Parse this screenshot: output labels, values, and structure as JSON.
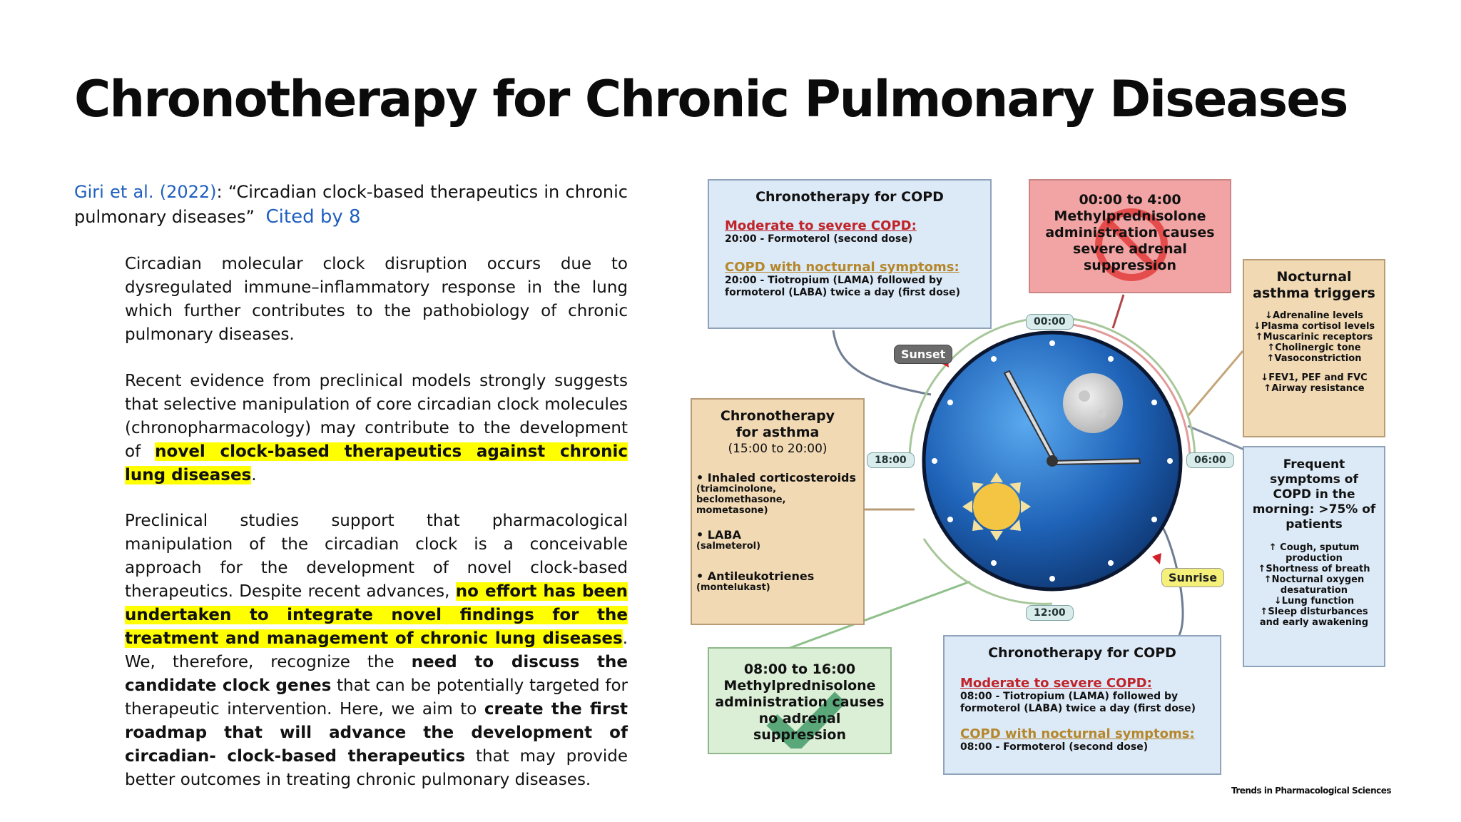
{
  "slide": {
    "title": "Chronotherapy for Chronic Pulmonary Diseases",
    "citation": {
      "ref": "Giri et al. (2022)",
      "text": ": “Circadian clock-based therapeutics in chronic pulmonary diseases”",
      "cited_by": "Cited by 8"
    },
    "p1": "Circadian molecular clock disruption occurs due to dysregulated immune–inflammatory response in the lung which further contributes to the pathobiology of chronic pulmonary diseases.",
    "p2": {
      "a": "Recent evidence from preclinical models strongly suggests that selective manipulation of core circadian clock molecules (chronopharmacology) may contribute to the development of ",
      "h": "novel clock-based therapeutics against chronic lung diseases",
      "c": "."
    },
    "p3": {
      "a": "Preclinical studies support that pharmacological manipulation of the circadian clock is a conceivable approach for the development of novel clock-based therapeutics. Despite recent advances, ",
      "h": "no effort has been undertaken to integrate novel findings for the treatment and management of chronic lung diseases",
      "c": ". We, therefore, recognize the ",
      "b1": "need to discuss the candidate clock genes",
      "d": " that can be potentially targeted for therapeutic intervention. Here, we aim to ",
      "b2": "create the first roadmap that will advance the development of circadian- clock-based therapeutics",
      "e": " that may provide better outcomes in treating chronic pulmonary diseases."
    }
  },
  "figure": {
    "copd_night": {
      "title": "Chronotherapy for COPD",
      "sub1": "Moderate to severe COPD:",
      "line1": "20:00 - Formoterol (second dose)",
      "sub2": "COPD with nocturnal symptoms:",
      "line2": "20:00 - Tiotropium (LAMA) followed by formoterol (LABA) twice a day (first dose)"
    },
    "methyl_night": "00:00 to 4:00 Methylprednisolone administration causes severe adrenal suppression",
    "asthma_triggers": {
      "title": "Nocturnal asthma triggers",
      "items": [
        "↓Adrenaline levels",
        "↓Plasma cortisol levels",
        "↑Muscarinic receptors",
        "↑Cholinergic tone",
        "↑Vasoconstriction"
      ],
      "items2": [
        "↓FEV1, PEF and FVC",
        "↑Airway resistance"
      ]
    },
    "asthma_therapy": {
      "title": "Chronotherapy for asthma",
      "time": "(15:00 to 20:00)",
      "drug1": "• Inhaled corticosteroids",
      "drug1_detail": "(triamcinolone, beclomethasone, mometasone)",
      "drug2": "• LABA",
      "drug2_detail": "(salmeterol)",
      "drug3": "• Antileukotrienes",
      "drug3_detail": "(montelukast)"
    },
    "copd_morning_symptoms": {
      "title": "Frequent symptoms of COPD in the morning: >75% of patients",
      "items": [
        "↑ Cough, sputum production",
        "↑Shortness of breath",
        "↑Nocturnal oxygen desaturation",
        "↓Lung function",
        "↑Sleep disturbances and early awakening"
      ]
    },
    "methyl_morning": "08:00 to 16:00 Methylprednisolone administration causes no adrenal suppression",
    "copd_morning": {
      "title": "Chronotherapy for COPD",
      "sub1": "Moderate to severe COPD:",
      "line1": "08:00 - Tiotropium (LAMA) followed by formoterol (LABA) twice a day (first dose)",
      "sub2": "COPD with nocturnal symptoms:",
      "line2": "08:00 - Formoterol (second dose)"
    },
    "clock": {
      "t0000": "00:00",
      "t0600": "06:00",
      "t1200": "12:00",
      "t1800": "18:00",
      "sunset": "Sunset",
      "sunrise": "Sunrise"
    },
    "credit": "Trends in Pharmacological Sciences"
  }
}
